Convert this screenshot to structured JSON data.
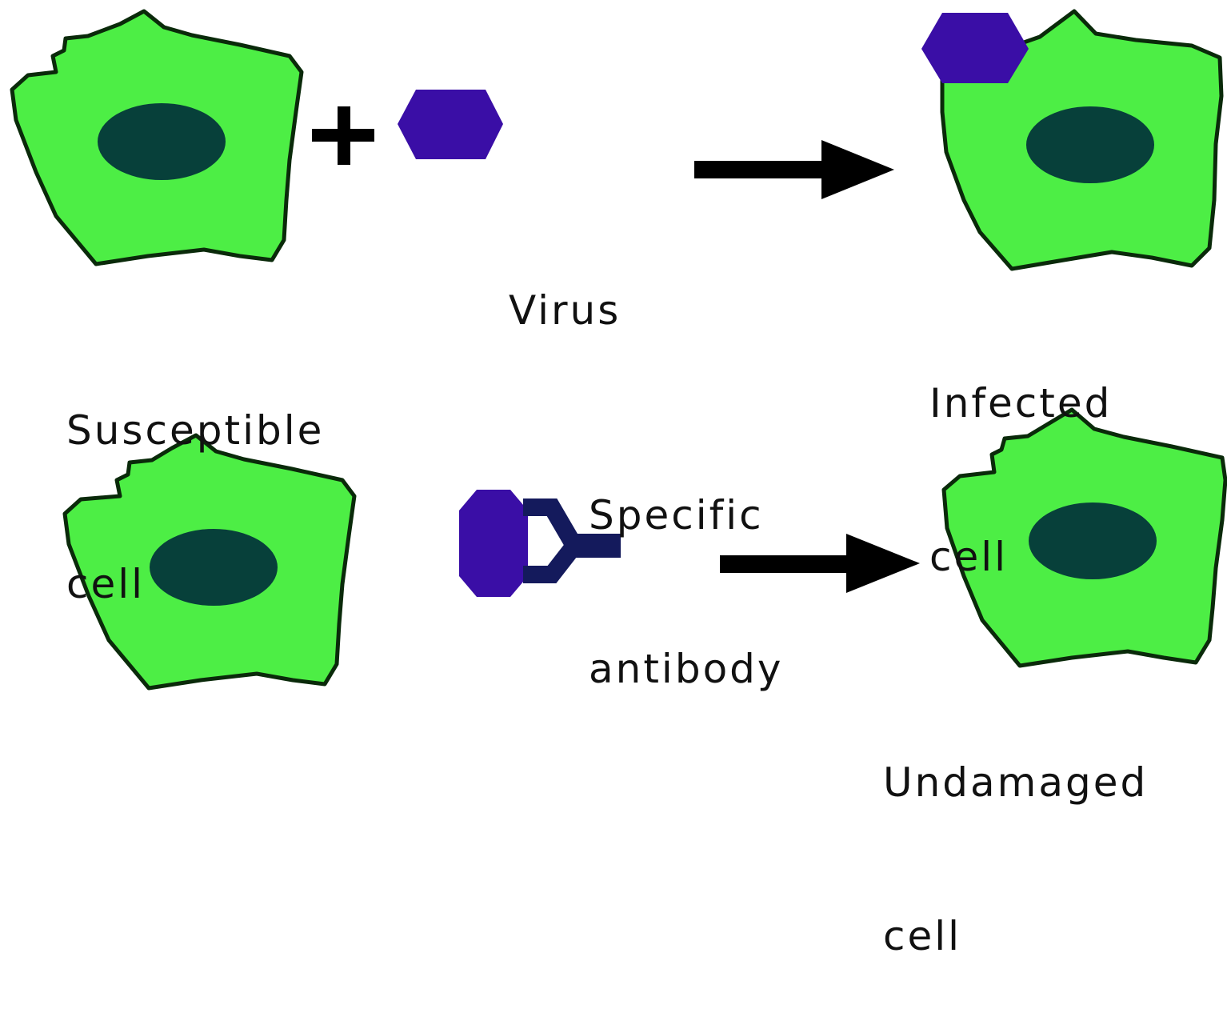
{
  "colors": {
    "cell_fill": "#4dee45",
    "cell_outline": "#0a2a0a",
    "nucleus": "#07403a",
    "virus": "#3a0ea6",
    "antibody": "#141a5c",
    "arrow": "#000000",
    "text": "#111111"
  },
  "icons": {
    "plus": "plus-sign",
    "arrow": "right-arrow",
    "virus": "hexagon",
    "antibody": "y-shaped-antibody"
  },
  "labels": {
    "susceptible_cell": [
      "Susceptible",
      "cell"
    ],
    "virus": "Virus",
    "infected_cell": [
      "Infected",
      "cell"
    ],
    "specific_antibody": [
      "Specific",
      "antibody"
    ],
    "undamaged_cell": [
      "Undamaged",
      "cell"
    ]
  }
}
